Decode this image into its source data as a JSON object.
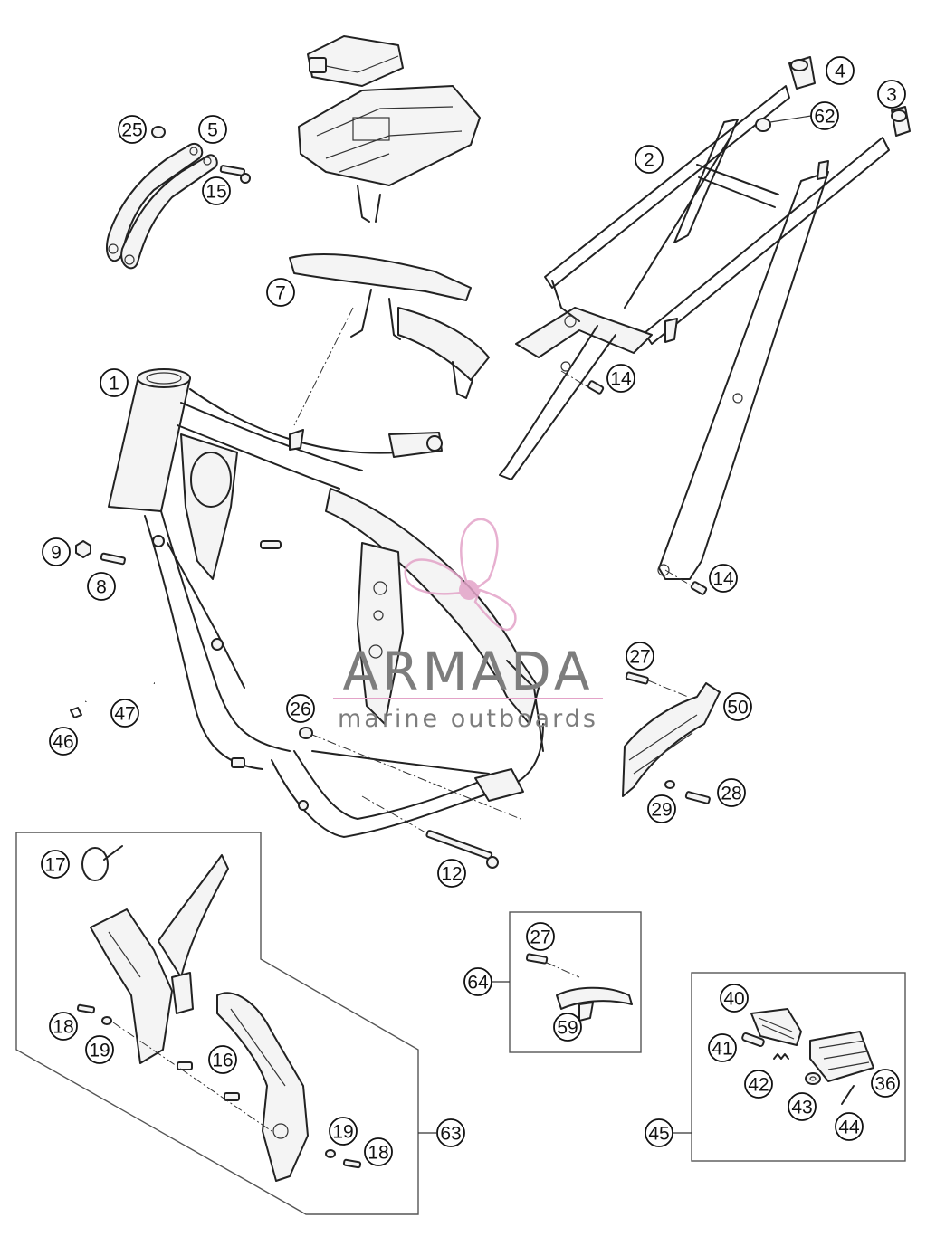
{
  "diagram": {
    "callouts": [
      "1",
      "2",
      "3",
      "4",
      "5",
      "7",
      "8",
      "9",
      "12",
      "14",
      "14",
      "15",
      "16",
      "17",
      "18",
      "18",
      "19",
      "19",
      "25",
      "26",
      "27",
      "27",
      "28",
      "29",
      "36",
      "40",
      "41",
      "42",
      "43",
      "44",
      "45",
      "46",
      "47",
      "50",
      "59",
      "62",
      "63",
      "64"
    ]
  },
  "watermark": {
    "brand": "ARMADA",
    "tagline": "marine outboards",
    "accent_color": "#e3a3c8"
  }
}
